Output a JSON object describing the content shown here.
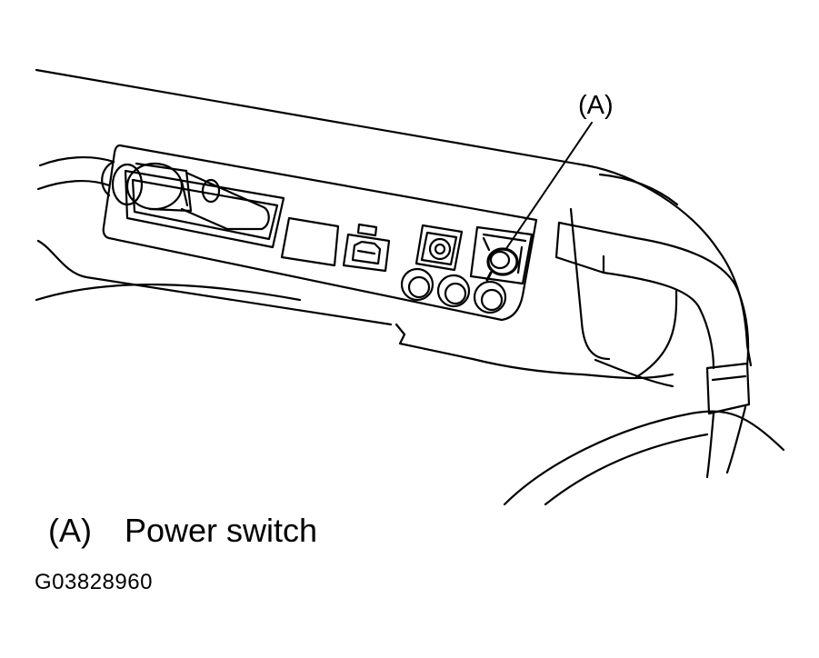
{
  "callout": {
    "label": "(A)"
  },
  "legend": {
    "letter": "(A)",
    "text": "Power switch"
  },
  "figure": {
    "id": "G03828960"
  },
  "colors": {
    "line": "#000000",
    "background": "#ffffff"
  }
}
